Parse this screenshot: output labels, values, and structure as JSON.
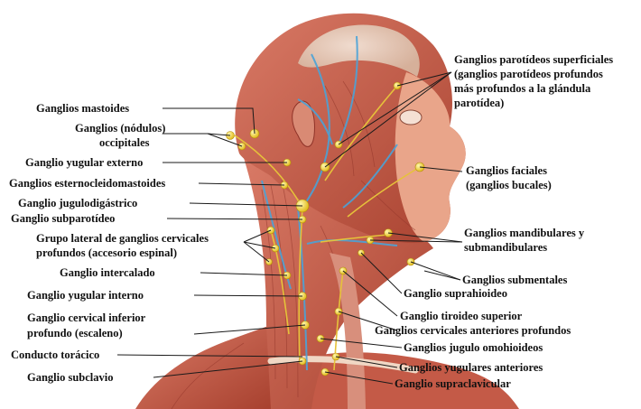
{
  "labels": {
    "mastoideos": "Ganglios mastoides",
    "occipitales_1": "Ganglios (nódulos)",
    "occipitales_2": "occipitales",
    "yugular_externo": "Ganglio yugular externo",
    "esternocleido": "Ganglios esternocleidomastoides",
    "jugulodigastrico": "Ganglio jugulodigástrico",
    "subparotideo": "Ganglio subparotídeo",
    "grupo_lateral_1": "Grupo lateral de ganglios cervicales",
    "grupo_lateral_2": "profundos (accesorio espinal)",
    "intercalado": "Ganglio intercalado",
    "yugular_interno": "Ganglio yugular interno",
    "cervical_inf_1": "Ganglio cervical inferior",
    "cervical_inf_2": "profundo (escaleno)",
    "conducto_toracico": "Conducto torácico",
    "subclavio": "Ganglio subclavio",
    "parotideos_1": "Ganglios parotídeos superficiales",
    "parotideos_2": "(ganglios parotídeos profundos",
    "parotideos_3": "más profundos a la glándula",
    "parotideos_4": "parotídea)",
    "faciales_1": "Ganglios faciales",
    "faciales_2": "(ganglios bucales)",
    "mandibulares_1": "Ganglios mandibulares y",
    "mandibulares_2": "submandibulares",
    "submentales": "Ganglios submentales",
    "suprahioideo": "Ganglio suprahioideo",
    "tiroideo_sup": "Ganglio tiroideo superior",
    "cerv_ant_prof": "Ganglios cervicales anteriores profundos",
    "jugulo_omo": "Ganglios jugulo omohioideos",
    "yugulares_ant": "Ganglios yugulares anteriores",
    "supraclavicular": "Ganglio supraclavicular"
  },
  "colors": {
    "muscle": "#c9604f",
    "muscle_dark": "#8f3328",
    "skin": "#eaa98c",
    "node": "#f2d21e",
    "lymph_vessel": "#e6c23a",
    "vein": "#4aa3d8",
    "label_text": "#111111"
  }
}
